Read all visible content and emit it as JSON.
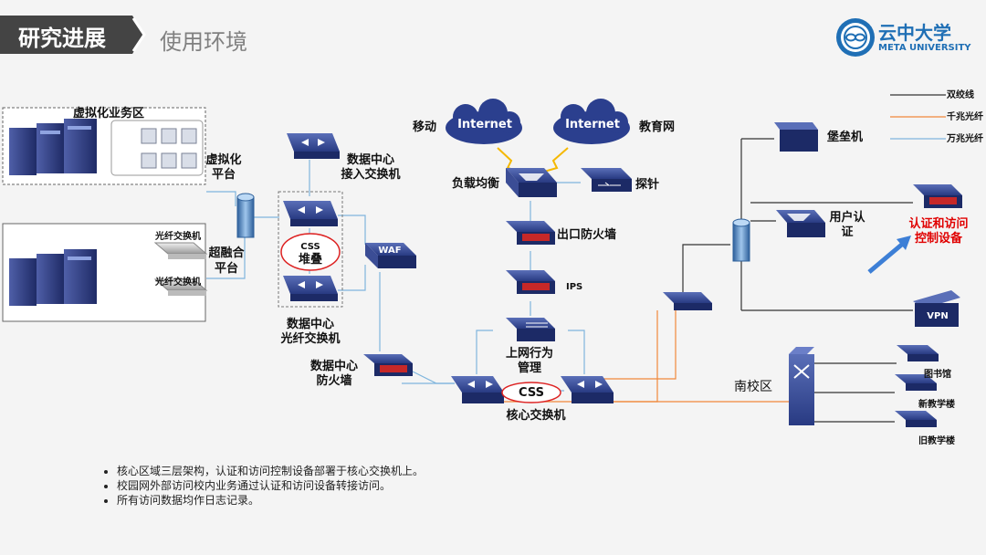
{
  "header": {
    "title": "研究进展",
    "subtitle": "使用环境"
  },
  "logo": {
    "name": "云中大学",
    "en": "META UNIVERSITY",
    "icon": "university-seal-icon"
  },
  "legend": [
    {
      "label": "双绞线",
      "color": "#333333"
    },
    {
      "label": "千兆光纤",
      "color": "#f0883a"
    },
    {
      "label": "万兆光纤",
      "color": "#7fb5dd"
    }
  ],
  "labels": {
    "virt_zone": "虚拟化业务区",
    "virt_platform": [
      "虚拟化",
      "平台"
    ],
    "fiber_switch_1": "光纤交换机",
    "fiber_switch_2": "光纤交换机",
    "hyper_platform": [
      "超融合",
      "平台"
    ],
    "dc_access": [
      "数据中心",
      "接入交换机"
    ],
    "css_stack": [
      "CSS",
      "堆叠"
    ],
    "dc_fiber": [
      "数据中心",
      "光纤交换机"
    ],
    "waf": "WAF",
    "dc_firewall": [
      "数据中心",
      "防火墙"
    ],
    "internet_1": "Internet",
    "internet_2": "Internet",
    "mobile": "移动",
    "edu_net": "教育网",
    "load_balance": "负载均衡",
    "probe": "探针",
    "egress_fw": "出口防火墙",
    "ips": "IPS",
    "behavior_mgmt": [
      "上网行为",
      "管理"
    ],
    "css": "CSS",
    "core_switch": "核心交换机",
    "bastion": "堡垒机",
    "user_auth": [
      "用户认",
      "证"
    ],
    "auth_device": [
      "认证和访问",
      "控制设备"
    ],
    "vpn": "VPN",
    "south_campus": "南校区",
    "library": "图书馆",
    "new_building": "新教学楼",
    "old_building": "旧教学楼"
  },
  "bullets": [
    "核心区域三层架构，认证和访问控制设备部署于核心交换机上。",
    "校园网外部访问校内业务通过认证和访问设备转接访问。",
    "所有访问数据均作日志记录。"
  ]
}
